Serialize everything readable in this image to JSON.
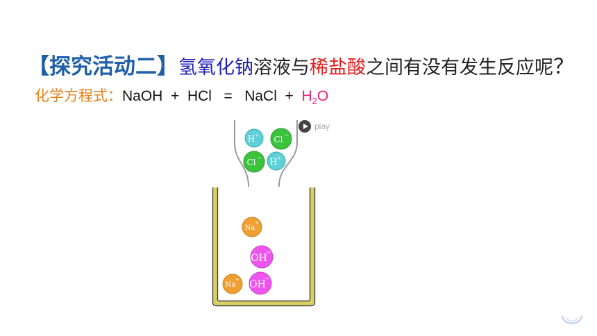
{
  "title": {
    "bracket": "【探究活动二】",
    "reactant1": "氢氧化钠",
    "middle": "溶液与",
    "reactant2": "稀盐酸",
    "tail": "之间有没有发生反应呢",
    "question_mark": "？"
  },
  "equation": {
    "label": "化学方程式：",
    "left_side": "NaOH  +  HCl   =   NaCl  +  ",
    "water_h": "H",
    "water_sub": "2",
    "water_o": "O"
  },
  "play": {
    "label": "play"
  },
  "ions": {
    "h_plus": "H",
    "plus_sign": "+",
    "cl_minus": "Cl",
    "minus_sign": "−",
    "na_plus": "Na",
    "oh_minus": "OH"
  },
  "colors": {
    "title_bracket": "#1f5fa8",
    "naoh_text": "#1f1fb4",
    "hcl_text": "#e01e1e",
    "equation_label": "#e8801a",
    "water_text": "#e8207a",
    "h_ion": "#5fd0d8",
    "cl_ion": "#3cc33c",
    "na_ion": "#f0a030",
    "oh_ion": "#ee55ee",
    "beaker_fill": "#f7f3a6"
  }
}
